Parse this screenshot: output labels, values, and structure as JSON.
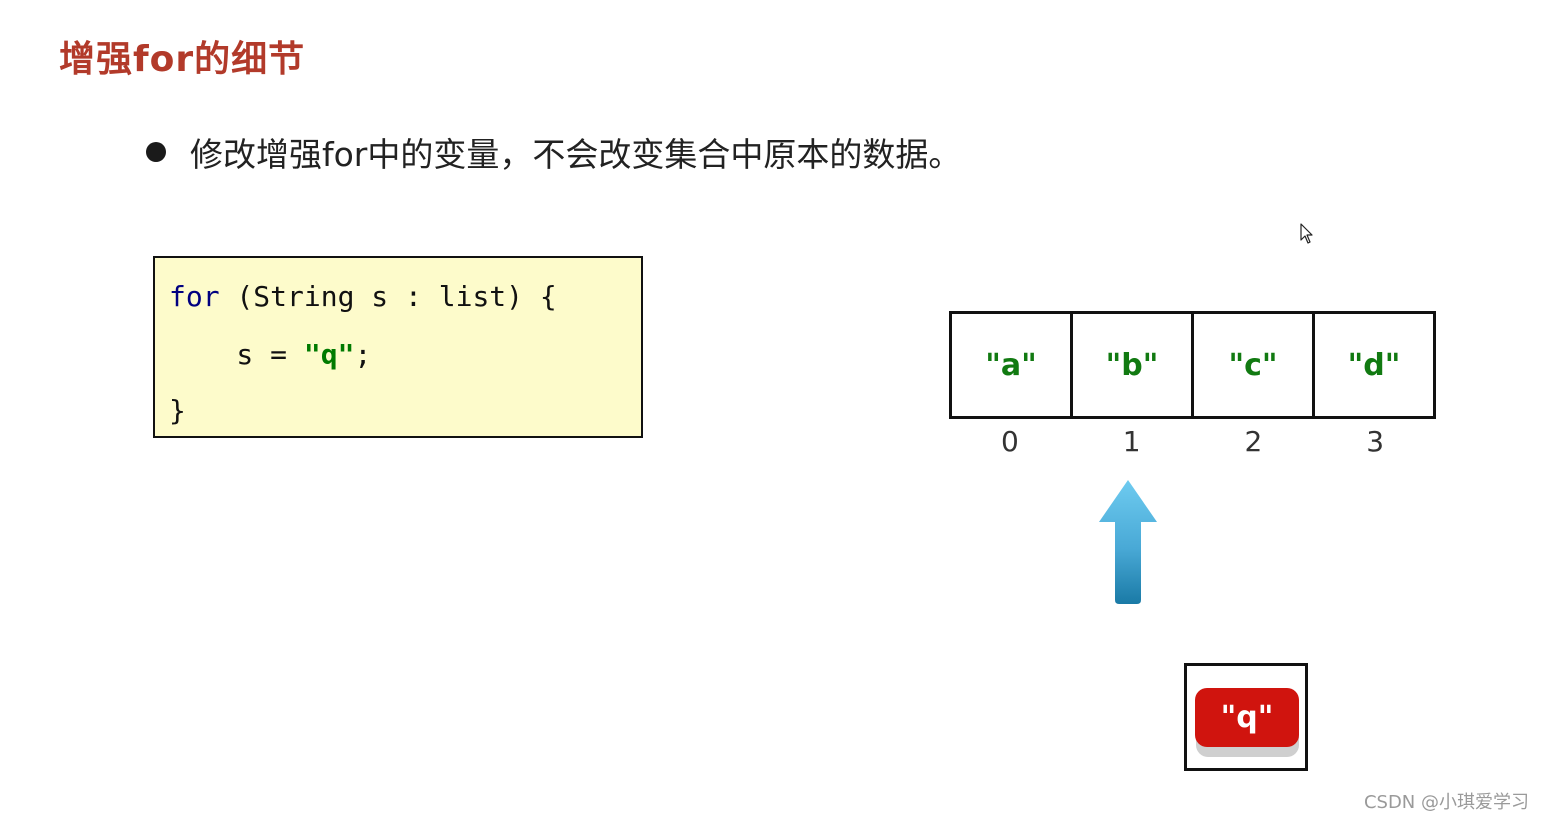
{
  "slide": {
    "title": "增强for的细节",
    "bullet": "修改增强for中的变量，不会改变集合中原本的数据。"
  },
  "code": {
    "line1": {
      "keyword": "for",
      "rest": " (String s : list) {"
    },
    "line2": {
      "prefix": "    s = ",
      "string": "\"q\"",
      "suffix": ";"
    },
    "line3": "}"
  },
  "list_cells": [
    {
      "value": "\"a\"",
      "index": "0"
    },
    {
      "value": "\"b\"",
      "index": "1"
    },
    {
      "value": "\"c\"",
      "index": "2"
    },
    {
      "value": "\"d\"",
      "index": "3"
    }
  ],
  "variable": {
    "value": "\"q\""
  },
  "arrow_target_index": 1,
  "colors": {
    "title": "#b23a2a",
    "code_background": "#fdfbcb",
    "cell_text": "#117a11",
    "pill": "#d0140e",
    "arrow_top": "#6ecbf0",
    "arrow_bottom": "#1a7aa6"
  },
  "watermark": "CSDN @小琪爱学习"
}
